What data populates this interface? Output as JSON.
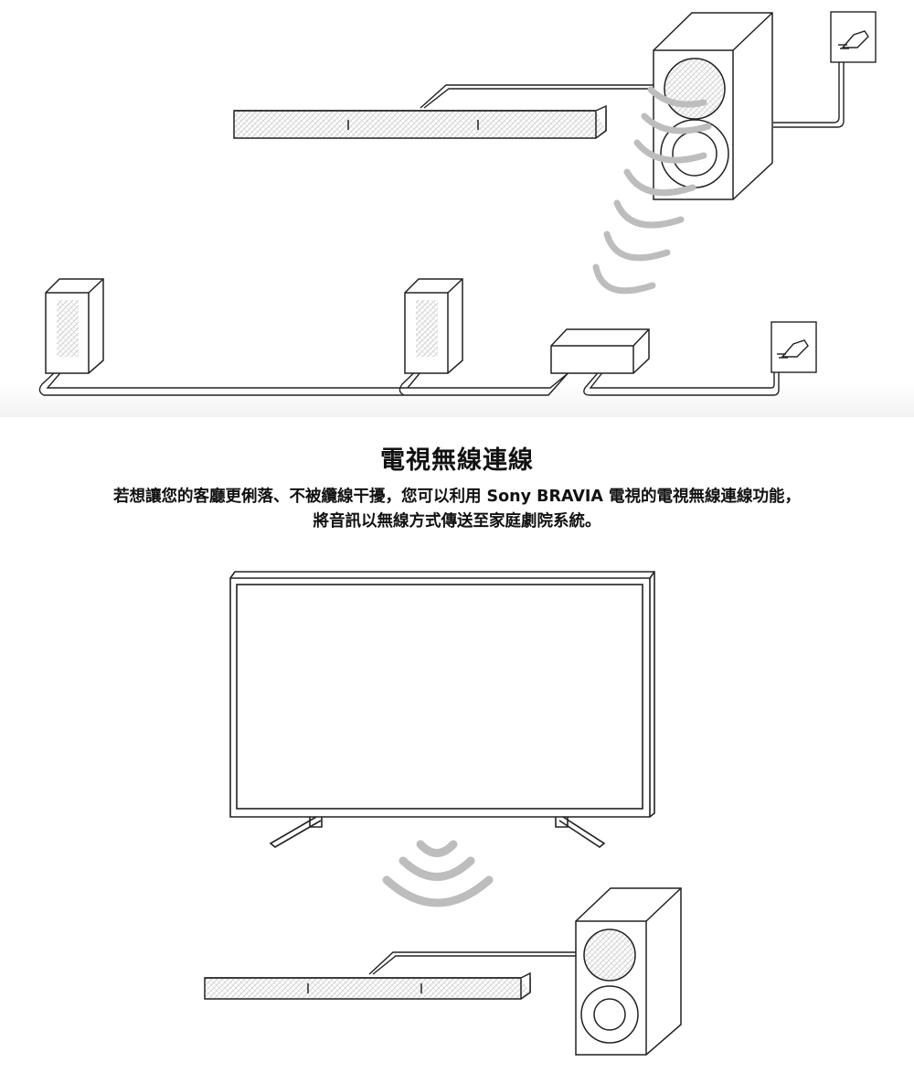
{
  "heading": "電視無線連線",
  "description": {
    "line1": "若想讓您的客廳更俐落、不被纜線干擾，您可以利用 Sony BRAVIA 電視的電視無線連線功能，",
    "line2": "將音訊以無線方式傳送至家庭劇院系統。"
  },
  "colors": {
    "line": "#222222",
    "wave": "#bdbdbd",
    "hatch": "#d4d4d4",
    "background": "#ffffff",
    "fade": "#f2f2f2"
  },
  "icons": {
    "top": [
      "soundbar-icon",
      "subwoofer-icon",
      "wall-outlet-icon",
      "rear-speaker-icon",
      "wireless-receiver-icon",
      "wireless-waves-icon"
    ],
    "bottom": [
      "tv-icon",
      "wireless-waves-icon",
      "soundbar-icon",
      "subwoofer-icon"
    ]
  }
}
